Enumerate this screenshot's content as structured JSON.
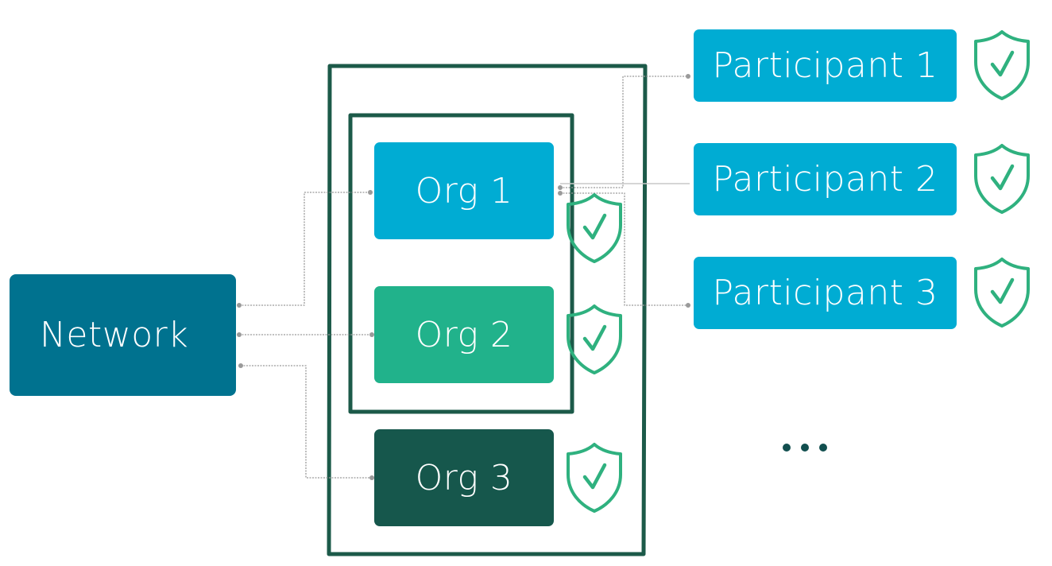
{
  "colors": {
    "network": "#00728f",
    "org1": "#00acd3",
    "org2": "#21b28b",
    "org3": "#16574c",
    "participant": "#00acd3",
    "shield": "#2fb17f",
    "frame": "#1c5a49",
    "connector": "#9a9a9a",
    "ellipsis": "#124f4f"
  },
  "network": {
    "label": "Network"
  },
  "orgs": [
    {
      "label": "Org 1"
    },
    {
      "label": "Org 2"
    },
    {
      "label": "Org 3"
    }
  ],
  "participants": [
    {
      "label": "Participant 1"
    },
    {
      "label": "Participant 2"
    },
    {
      "label": "Participant 3"
    }
  ],
  "icons": {
    "shield": "shield-check-icon",
    "more": "ellipsis-icon"
  }
}
